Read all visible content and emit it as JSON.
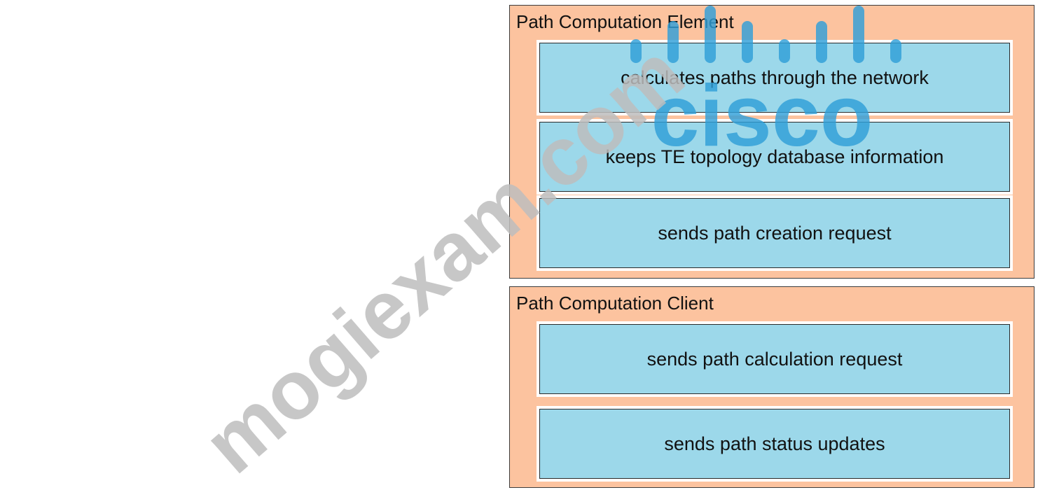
{
  "diagram": {
    "groups": [
      {
        "title": "Path Computation Element",
        "items": [
          "calculates paths through the network",
          "keeps TE topology database information",
          "sends path creation request"
        ]
      },
      {
        "title": "Path Computation Client",
        "items": [
          "sends path calculation request",
          "sends path status updates"
        ]
      }
    ]
  },
  "watermark": {
    "text": "mogiexam.com",
    "logo_text": "cisco",
    "logo_color": "#2f9fd8",
    "text_color": "#bdbdbd"
  },
  "colors": {
    "group_fill": "#fcc39f",
    "item_fill": "#9cd8ea",
    "border": "#2a2a2a"
  }
}
